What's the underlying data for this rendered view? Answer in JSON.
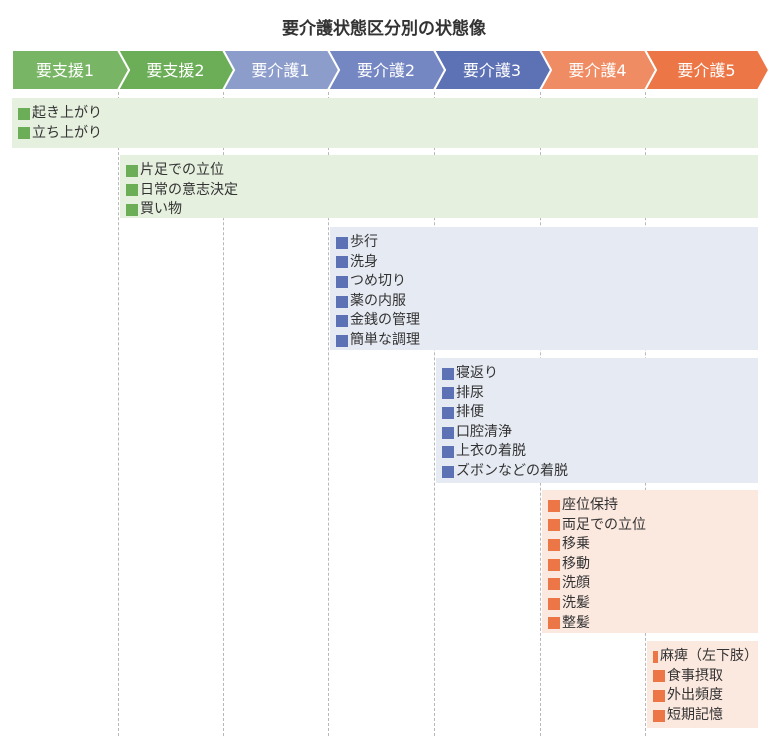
{
  "title": "要介護状態区分別の状態像",
  "levels": [
    {
      "label": "要支援1",
      "color": "#78b564"
    },
    {
      "label": "要支援2",
      "color": "#6cae58"
    },
    {
      "label": "要介護1",
      "color": "#8c9dcc"
    },
    {
      "label": "要介護2",
      "color": "#7587c3"
    },
    {
      "label": "要介護3",
      "color": "#5d71b5"
    },
    {
      "label": "要介護4",
      "color": "#f08c63"
    },
    {
      "label": "要介護5",
      "color": "#ec7646"
    }
  ],
  "blocks": [
    {
      "starts_at_level": "要支援1",
      "bg": "#e6f0df",
      "marker": "#6cae58",
      "items": [
        "起き上がり",
        "立ち上がり"
      ]
    },
    {
      "starts_at_level": "要支援2",
      "bg": "#e6f0df",
      "marker": "#6cae58",
      "items": [
        "片足での立位",
        "日常の意志決定",
        "買い物"
      ]
    },
    {
      "starts_at_level": "要介護2",
      "bg": "#e6eaf3",
      "marker": "#5d71b5",
      "items": [
        "歩行",
        "洗身",
        "つめ切り",
        "薬の内服",
        "金銭の管理",
        "簡単な調理"
      ]
    },
    {
      "starts_at_level": "要介護3",
      "bg": "#e6eaf3",
      "marker": "#5d71b5",
      "items": [
        "寝返り",
        "排尿",
        "排便",
        "口腔清浄",
        "上衣の着脱",
        "ズボンなどの着脱"
      ]
    },
    {
      "starts_at_level": "要介護4",
      "bg": "#fbe8df",
      "marker": "#ec7646",
      "items": [
        "座位保持",
        "両足での立位",
        "移乗",
        "移動",
        "洗顔",
        "洗髪",
        "整髪"
      ]
    },
    {
      "starts_at_level": "要介護5",
      "bg": "#fbe8df",
      "marker": "#ec7646",
      "items": [
        "麻痺（左下肢）",
        "食事摂取",
        "外出頻度",
        "短期記憶"
      ]
    }
  ]
}
